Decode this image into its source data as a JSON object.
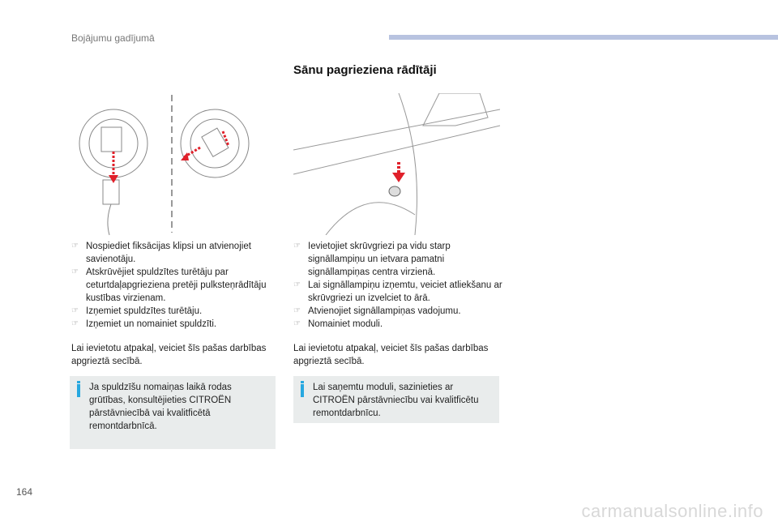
{
  "header": {
    "section": "Bojājumu gadījumā"
  },
  "title": "Sānu pagrieziena rādītāji",
  "left": {
    "steps": [
      "Nospiediet fiksācijas klipsi un atvienojiet savienotāju.",
      "Atskrūvējiet spuldzītes turētāju par ceturtdaļapgrieziena pretēji pulksteņrādītāju kustības virzienam.",
      "Izņemiet spuldzītes turētāju.",
      "Izņemiet un nomainiet spuldzīti."
    ],
    "reassembly": "Lai ievietotu atpakaļ, veiciet šīs pašas darbības apgrieztā secībā.",
    "info": "Ja spuldzīšu nomaiņas laikā rodas grūtības, konsultējieties CITROËN pārstāvniecībā vai kvalitficētā remontdarbnīcā."
  },
  "right": {
    "steps": [
      "Ievietojiet skrūvgriezi pa vidu starp signāllampiņu un ietvara pamatni signāllampiņas centra virzienā.",
      "Lai signāllampiņu izņemtu, veiciet atliekšanu ar skrūvgriezi un izvelciet to ārā.",
      "Atvienojiet signāllampiņas vadojumu.",
      "Nomainiet moduli."
    ],
    "reassembly": "Lai ievietotu atpakaļ, veiciet šīs pašas darbības apgrieztā secībā.",
    "info": "Lai saņemtu moduli, sazinieties ar CITROËN pārstāvniecību vai kvalitficētu remontdarbnīcu."
  },
  "footer": {
    "page_number": "164",
    "watermark": "carmanualsonline.info"
  },
  "colors": {
    "accent_bar": "#b8c3e0",
    "info_mark": "#27a8e0",
    "arrow": "#e0202a"
  }
}
